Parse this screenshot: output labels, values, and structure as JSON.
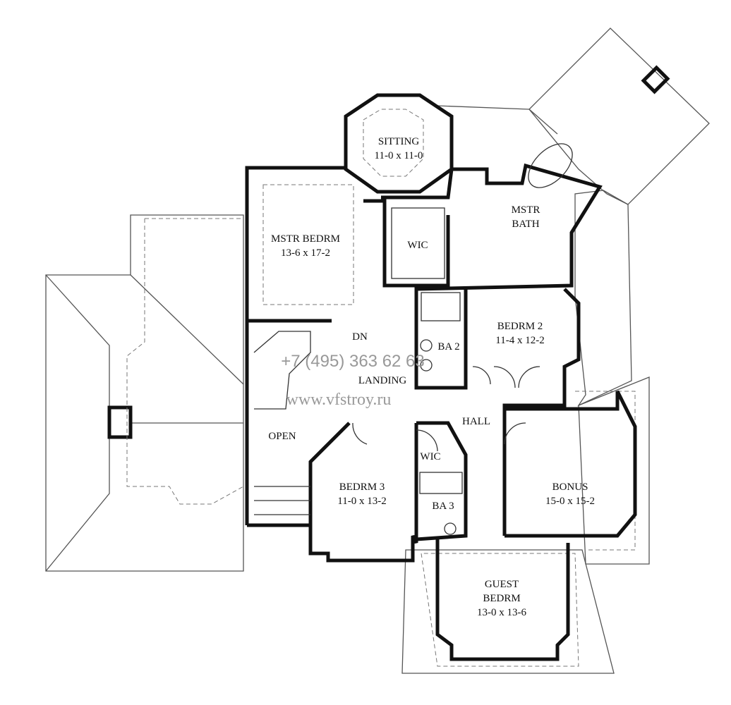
{
  "rooms": {
    "sitting": {
      "name": "SITTING",
      "size": "11-0 x 11-0"
    },
    "mstr_bedrm": {
      "name": "MSTR BEDRM",
      "size": "13-6 x 17-2"
    },
    "wic_master": {
      "name": "WIC"
    },
    "mstr_bath": {
      "name_line1": "MSTR",
      "name_line2": "BATH"
    },
    "bedrm2": {
      "name": "BEDRM 2",
      "size": "11-4 x 12-2"
    },
    "ba2": {
      "name": "BA 2"
    },
    "dn": {
      "name": "DN"
    },
    "landing": {
      "name": "LANDING"
    },
    "hall": {
      "name": "HALL"
    },
    "open": {
      "name": "OPEN"
    },
    "wic_2": {
      "name": "WIC"
    },
    "bedrm3": {
      "name": "BEDRM 3",
      "size": "11-0 x 13-2"
    },
    "ba3": {
      "name": "BA 3"
    },
    "bonus": {
      "name": "BONUS",
      "size": "15-0 x 15-2"
    },
    "guest_bedrm": {
      "name_line1": "GUEST",
      "name_line2": "BEDRM",
      "size": "13-0 x 13-6"
    }
  },
  "watermark": {
    "phone": "+7 (495) 363 62 63",
    "url": "www.vfstroy.ru"
  }
}
